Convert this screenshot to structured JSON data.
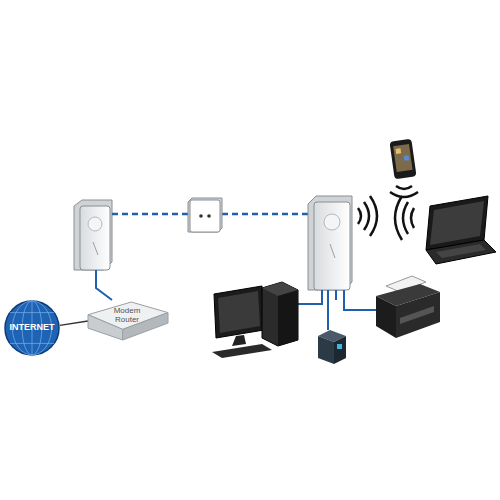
{
  "diagram": {
    "nodes": [
      {
        "text": [
          "INTERNET"
        ]
      },
      {
        "text": [
          "Modem Router"
        ]
      }
    ],
    "edges": [
      {
        "from": 0,
        "to": 1,
        "arrow": "none"
      }
    ]
  }
}
